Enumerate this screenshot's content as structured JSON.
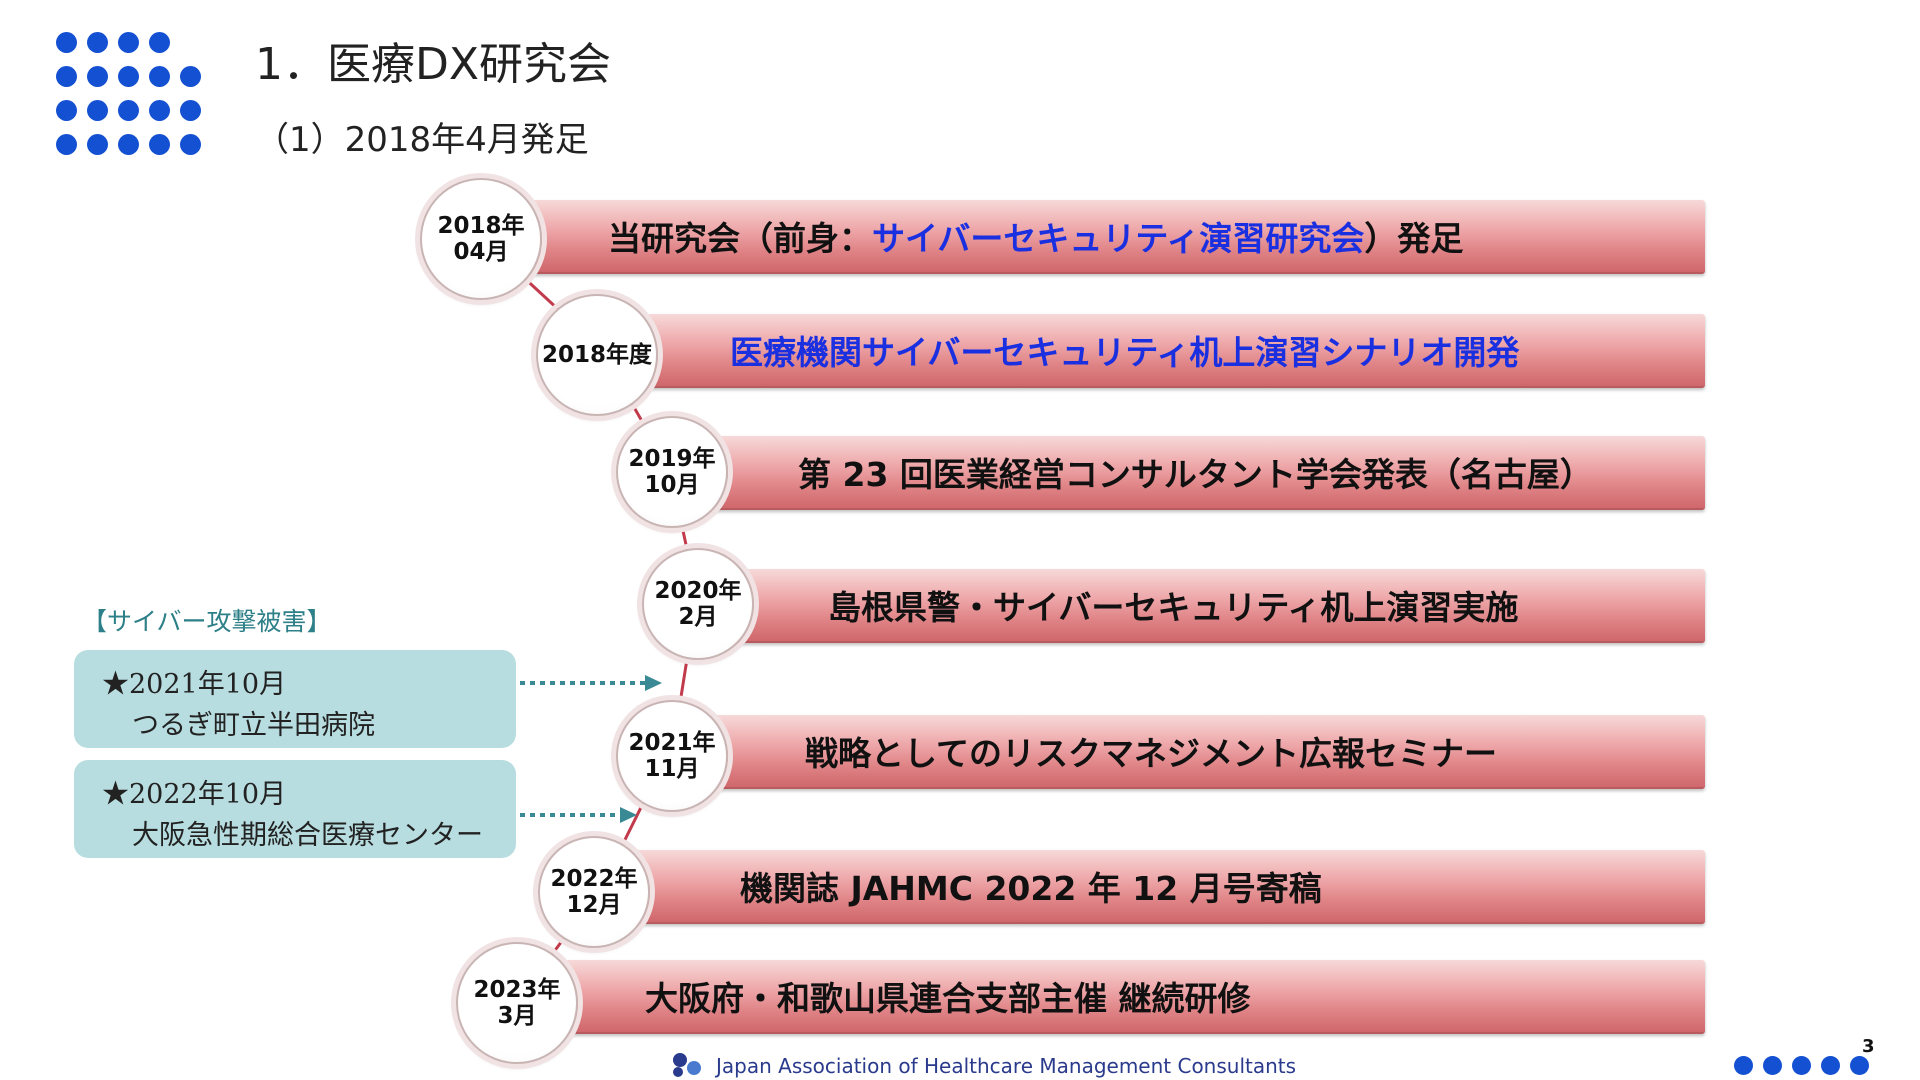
{
  "header": {
    "title": "1．医療DX研究会",
    "subtitle": "（1）2018年4月発足"
  },
  "timeline": [
    {
      "date_line1": "2018年",
      "date_line2": "04月",
      "text_parts": [
        "当研究会（前身：",
        "サイバーセキュリティ演習研究会",
        "）発足"
      ]
    },
    {
      "date_line1": "2018年度",
      "date_line2": "",
      "text_parts": [
        "",
        "医療機関サイバーセキュリティ机上演習シナリオ開発",
        ""
      ]
    },
    {
      "date_line1": "2019年",
      "date_line2": "10月",
      "text_parts": [
        "第 23 回医業経営コンサルタント学会発表（名古屋）",
        "",
        ""
      ]
    },
    {
      "date_line1": "2020年",
      "date_line2": "2月",
      "text_parts": [
        "島根県警・サイバーセキュリティ机上演習実施",
        "",
        ""
      ]
    },
    {
      "date_line1": "2021年",
      "date_line2": "11月",
      "text_parts": [
        "戦略としてのリスクマネジメント広報セミナー",
        "",
        ""
      ]
    },
    {
      "date_line1": "2022年",
      "date_line2": "12月",
      "text_parts": [
        "機関誌 JAHMC 2022 年 12 月号寄稿",
        "",
        ""
      ]
    },
    {
      "date_line1": "2023年",
      "date_line2": "3月",
      "text_parts": [
        "大阪府・和歌山県連合支部主催 継続研修",
        "",
        ""
      ]
    }
  ],
  "attacks": {
    "label": "【サイバー攻撃被害】",
    "items": [
      {
        "line1": "★2021年10月",
        "line2": "つるぎ町立半田病院"
      },
      {
        "line1": "★2022年10月",
        "line2": "大阪急性期総合医療センター"
      }
    ]
  },
  "footer": {
    "org": "Japan Association of Healthcare Management Consultants",
    "page": "3"
  },
  "colors": {
    "accent_dots": "#1450d2",
    "bar": "#e08487",
    "highlight_text": "#1a2fe0",
    "attack_box": "#b8dde0",
    "arrow": "#3a8a96"
  }
}
